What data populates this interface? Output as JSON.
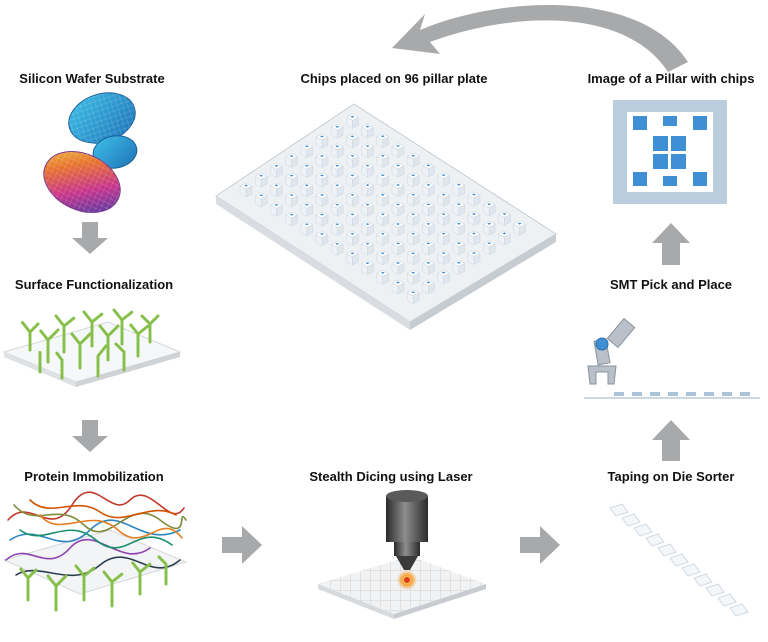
{
  "steps": {
    "wafer": "Silicon Wafer Substrate",
    "surface": "Surface Functionalization",
    "protein": "Protein Immobilization",
    "dicing": "Stealth Dicing using Laser",
    "taping": "Taping on Die Sorter",
    "smt": "SMT Pick and Place",
    "pillar": "Image of a Pillar with chips",
    "plate": "Chips placed on 96 pillar plate"
  },
  "colors": {
    "arrow": "#a7a9ab",
    "wafer_blue": "#3fa6d9",
    "green": "#86c04a",
    "chip_blue": "#3e8fd4",
    "pillar_bg": "#b9cdde",
    "laser": "#f28b2a"
  }
}
